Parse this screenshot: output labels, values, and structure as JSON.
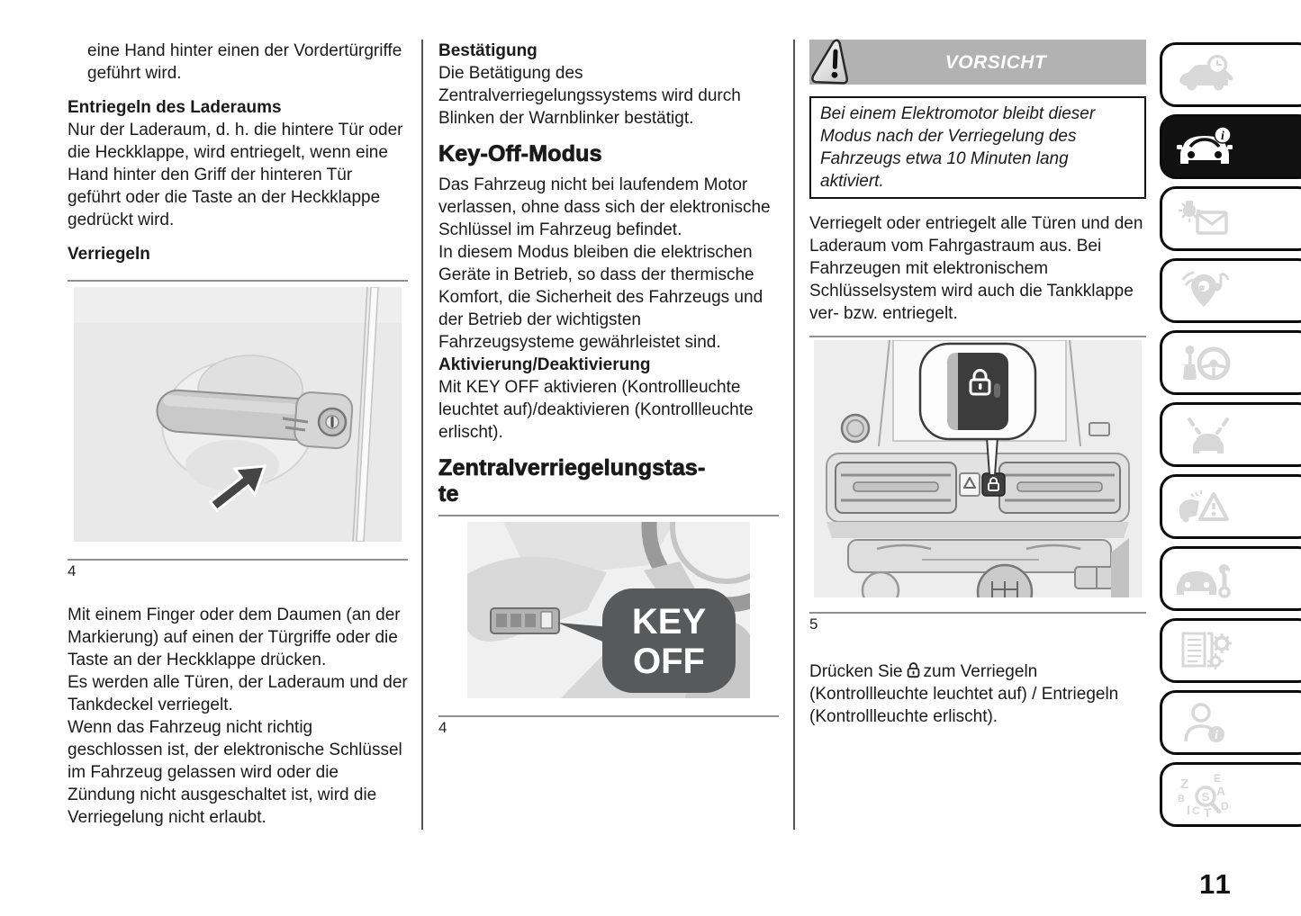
{
  "page": {
    "number": "11"
  },
  "left": {
    "intro": "eine Hand hinter einen der Vordertürgriffe geführt wird.",
    "s1_title": "Entriegeln des Laderaums",
    "s1_body": "Nur der Laderaum, d. h. die hintere Tür oder die Heckklappe, wird entriegelt, wenn eine Hand hinter den Griff der hinteren Tür geführt oder die Taste an der Heckklappe gedrückt wird.",
    "s2_title": "Verriegeln",
    "fig_num": "4",
    "p1": "Mit einem Finger oder dem Daumen (an der Markierung) auf einen der Türgriffe oder die Taste an der Heckklappe drücken.",
    "p2": "Es werden alle Türen, der Laderaum und der Tankdeckel verriegelt.",
    "p3": "Wenn das Fahrzeug nicht richtig geschlossen ist, der elektronische Schlüssel im Fahrzeug gelassen wird oder die Zündung nicht ausgeschaltet ist, wird die Verriegelung nicht erlaubt."
  },
  "middle": {
    "s1_title": "Bestätigung",
    "s1_body": "Die Betätigung des Zentralverriegelungssystems wird durch Blinken der Warnblinker bestätigt.",
    "h1": "Key-Off-Modus",
    "p1": "Das Fahrzeug nicht bei laufendem Motor verlassen, ohne dass sich der elektronische Schlüssel im Fahrzeug befindet.",
    "p2": "In diesem Modus bleiben die elektrischen Geräte in Betrieb, so dass der thermische Komfort, die Sicherheit des Fahrzeugs und der Betrieb der wichtigsten Fahrzeugsysteme gewährleistet sind.",
    "sub_title": "Aktivierung/Deaktivierung",
    "p3": "Mit KEY OFF aktivieren (Kontrollleuchte leuchtet auf)/deaktivieren (Kontrollleuchte erlischt).",
    "h2": "Zentralverriegelungstas-\nte",
    "callout_line1": "KEY",
    "callout_line2": "OFF",
    "fig_num": "4"
  },
  "right": {
    "warning_title": "VORSICHT",
    "warning_body": "Bei einem Elektromotor bleibt dieser Modus nach der Verriegelung des Fahrzeugs etwa 10 Minuten lang aktiviert.",
    "p1": "Verriegelt oder entriegelt alle Türen und den Laderaum vom Fahrgastraum aus. Bei Fahrzeugen mit elektronischem Schlüsselsystem wird auch die Tankklappe ver- bzw. entriegelt.",
    "fig_num": "5",
    "p2_before_icon": "Drücken Sie",
    "p2_after_icon": "zum Verriegeln (Kontrollleuchte leuchtet auf) / Entriegeln (Kontrollleuchte erlischt)."
  },
  "sidebar": {
    "items": [
      {
        "icon": "car-search-icon",
        "active": false
      },
      {
        "icon": "car-info-icon",
        "active": true
      },
      {
        "icon": "warning-lights-messages-icon",
        "active": false
      },
      {
        "icon": "navigation-multimedia-icon",
        "active": false
      },
      {
        "icon": "gearshift-steering-icon",
        "active": false
      },
      {
        "icon": "lane-assist-icon",
        "active": false
      },
      {
        "icon": "emergency-warning-triangle-icon",
        "active": false
      },
      {
        "icon": "car-service-wrench-icon",
        "active": false
      },
      {
        "icon": "technical-data-icon",
        "active": false
      },
      {
        "icon": "customer-info-icon",
        "active": false
      },
      {
        "icon": "alphabetical-index-icon",
        "active": false
      }
    ]
  },
  "colors": {
    "text": "#1a1a1a",
    "warning_bar_bg": "#b2b2b2",
    "active_tab_bg": "#111111",
    "inactive_icon": "#d8d8d8",
    "callout_bg": "#58595b",
    "figure_bg": "#ececec"
  }
}
